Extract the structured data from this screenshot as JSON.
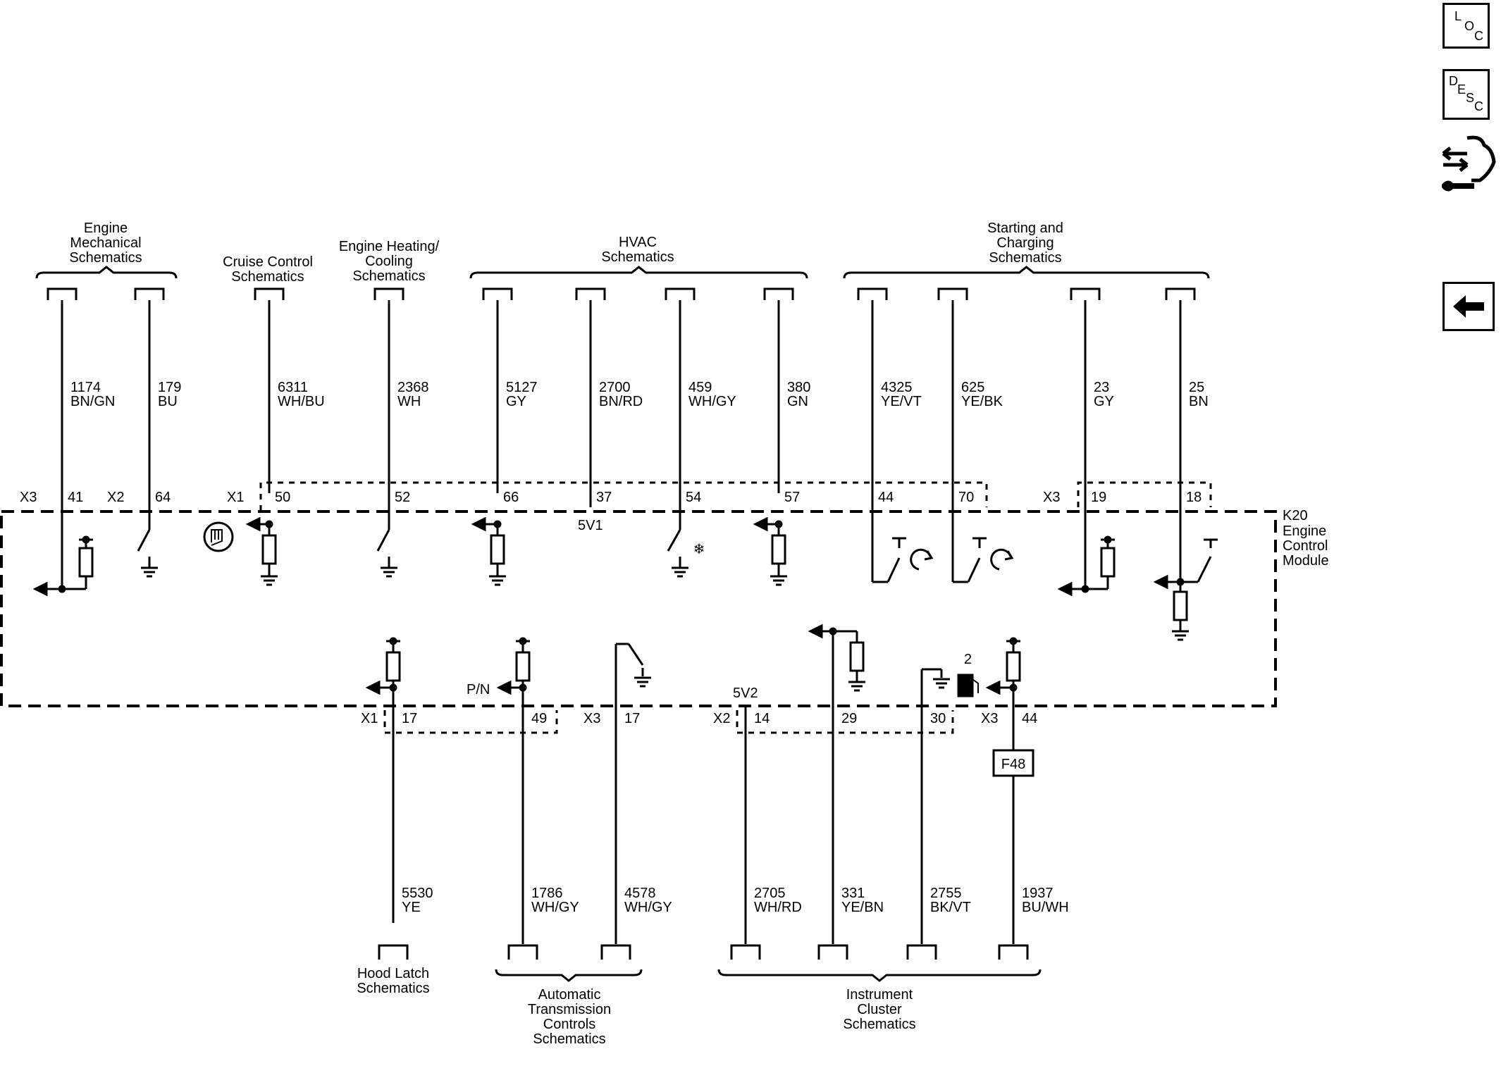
{
  "side_buttons": {
    "loc": [
      "L",
      "O",
      "C"
    ],
    "desc": [
      "D",
      "E",
      "S",
      "C"
    ]
  },
  "module": {
    "ref": "K20",
    "name_lines": [
      "Engine",
      "Control",
      "Module"
    ]
  },
  "supply_labels": {
    "top": "5V1",
    "bottom": "5V2",
    "pn": "P/N",
    "fuel_num": "2"
  },
  "fuse": "F48",
  "groups_top": [
    {
      "lines": [
        "Engine",
        "Mechanical",
        "Schematics"
      ]
    },
    {
      "lines": [
        "Cruise Control",
        "Schematics"
      ]
    },
    {
      "lines": [
        "Engine Heating/",
        "Cooling",
        "Schematics"
      ]
    },
    {
      "lines": [
        "HVAC",
        "Schematics"
      ]
    },
    {
      "lines": [
        "Starting and",
        "Charging",
        "Schematics"
      ]
    }
  ],
  "groups_bottom": [
    {
      "lines": [
        "Hood Latch",
        "Schematics"
      ]
    },
    {
      "lines": [
        "Automatic",
        "Transmission",
        "Controls",
        "Schematics"
      ]
    },
    {
      "lines": [
        "Instrument",
        "Cluster",
        "Schematics"
      ]
    }
  ],
  "top_wires": [
    {
      "circuit": "1174",
      "color": "BN/GN",
      "connector": "X3",
      "pin": "41"
    },
    {
      "circuit": "179",
      "color": "BU",
      "connector": "X2",
      "pin": "64"
    },
    {
      "circuit": "6311",
      "color": "WH/BU",
      "connector": "X1",
      "pin": "50"
    },
    {
      "circuit": "2368",
      "color": "WH",
      "connector": "",
      "pin": "52"
    },
    {
      "circuit": "5127",
      "color": "GY",
      "connector": "",
      "pin": "66"
    },
    {
      "circuit": "2700",
      "color": "BN/RD",
      "connector": "",
      "pin": "37"
    },
    {
      "circuit": "459",
      "color": "WH/GY",
      "connector": "",
      "pin": "54"
    },
    {
      "circuit": "380",
      "color": "GN",
      "connector": "",
      "pin": "57"
    },
    {
      "circuit": "4325",
      "color": "YE/VT",
      "connector": "",
      "pin": "44"
    },
    {
      "circuit": "625",
      "color": "YE/BK",
      "connector": "",
      "pin": "70"
    },
    {
      "circuit": "23",
      "color": "GY",
      "connector": "X3",
      "pin": "19"
    },
    {
      "circuit": "25",
      "color": "BN",
      "connector": "",
      "pin": "18"
    }
  ],
  "bottom_wires": [
    {
      "circuit": "5530",
      "color": "YE",
      "connector": "X1",
      "pin": "17"
    },
    {
      "circuit": "1786",
      "color": "WH/GY",
      "connector": "",
      "pin": "49"
    },
    {
      "circuit": "4578",
      "color": "WH/GY",
      "connector": "X3",
      "pin": "17"
    },
    {
      "circuit": "2705",
      "color": "WH/RD",
      "connector": "X2",
      "pin": "14"
    },
    {
      "circuit": "331",
      "color": "YE/BN",
      "connector": "",
      "pin": "29"
    },
    {
      "circuit": "2755",
      "color": "BK/VT",
      "connector": "",
      "pin": "30"
    },
    {
      "circuit": "1937",
      "color": "BU/WH",
      "connector": "X3",
      "pin": "44"
    }
  ]
}
